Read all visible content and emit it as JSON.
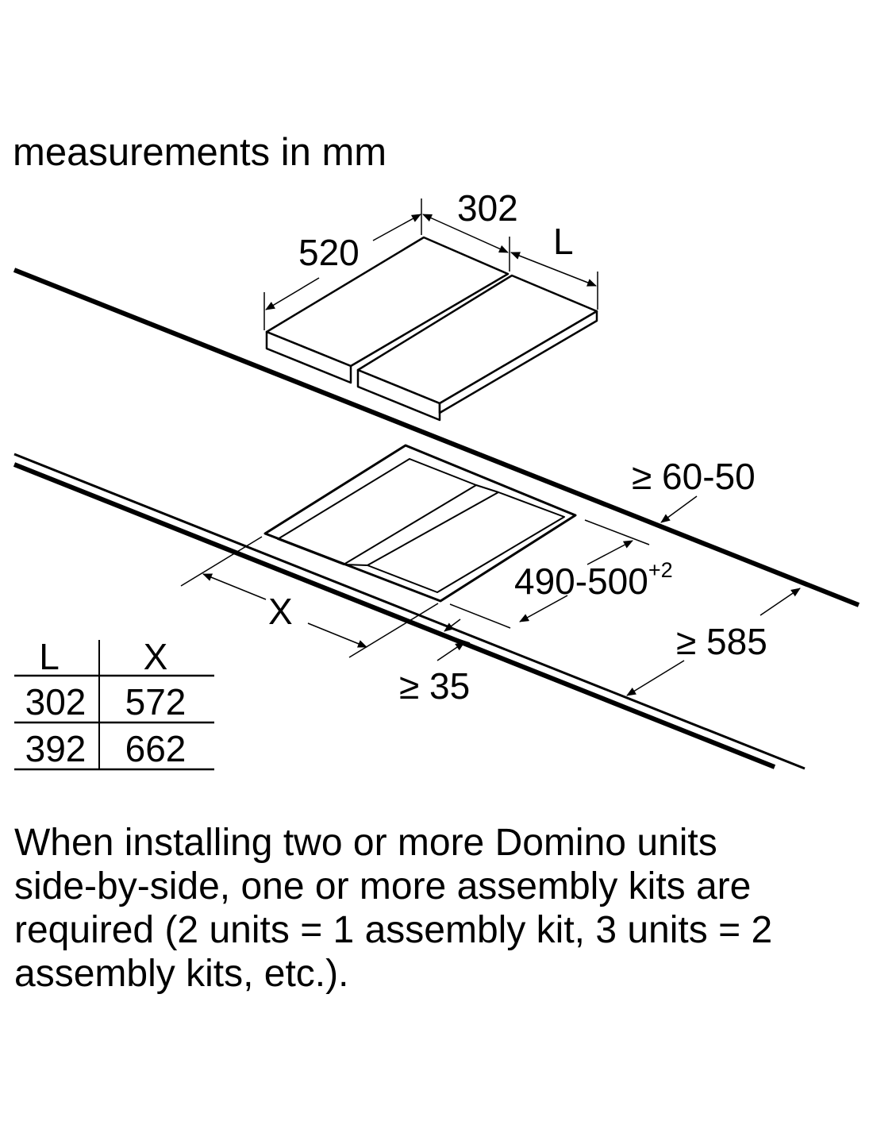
{
  "heading": "measurements in mm",
  "dimensions": {
    "depth": "520",
    "unit_width": "302",
    "adjacent_width": "L",
    "front_clearance": "≥ 60-50",
    "cutout_depth": "490-500",
    "cutout_depth_tolerance": "+2",
    "cutout_width": "X",
    "worktop_depth": "≥ 585",
    "back_clearance": "≥ 35"
  },
  "table": {
    "headers": [
      "L",
      "X"
    ],
    "rows": [
      [
        "302",
        "572"
      ],
      [
        "392",
        "662"
      ]
    ]
  },
  "note": {
    "lines": [
      "When installing two or more Domino units",
      "side-by-side, one or more assembly kits are",
      "required (2 units = 1 assembly kit, 3 units = 2",
      "assembly kits, etc.)."
    ]
  }
}
